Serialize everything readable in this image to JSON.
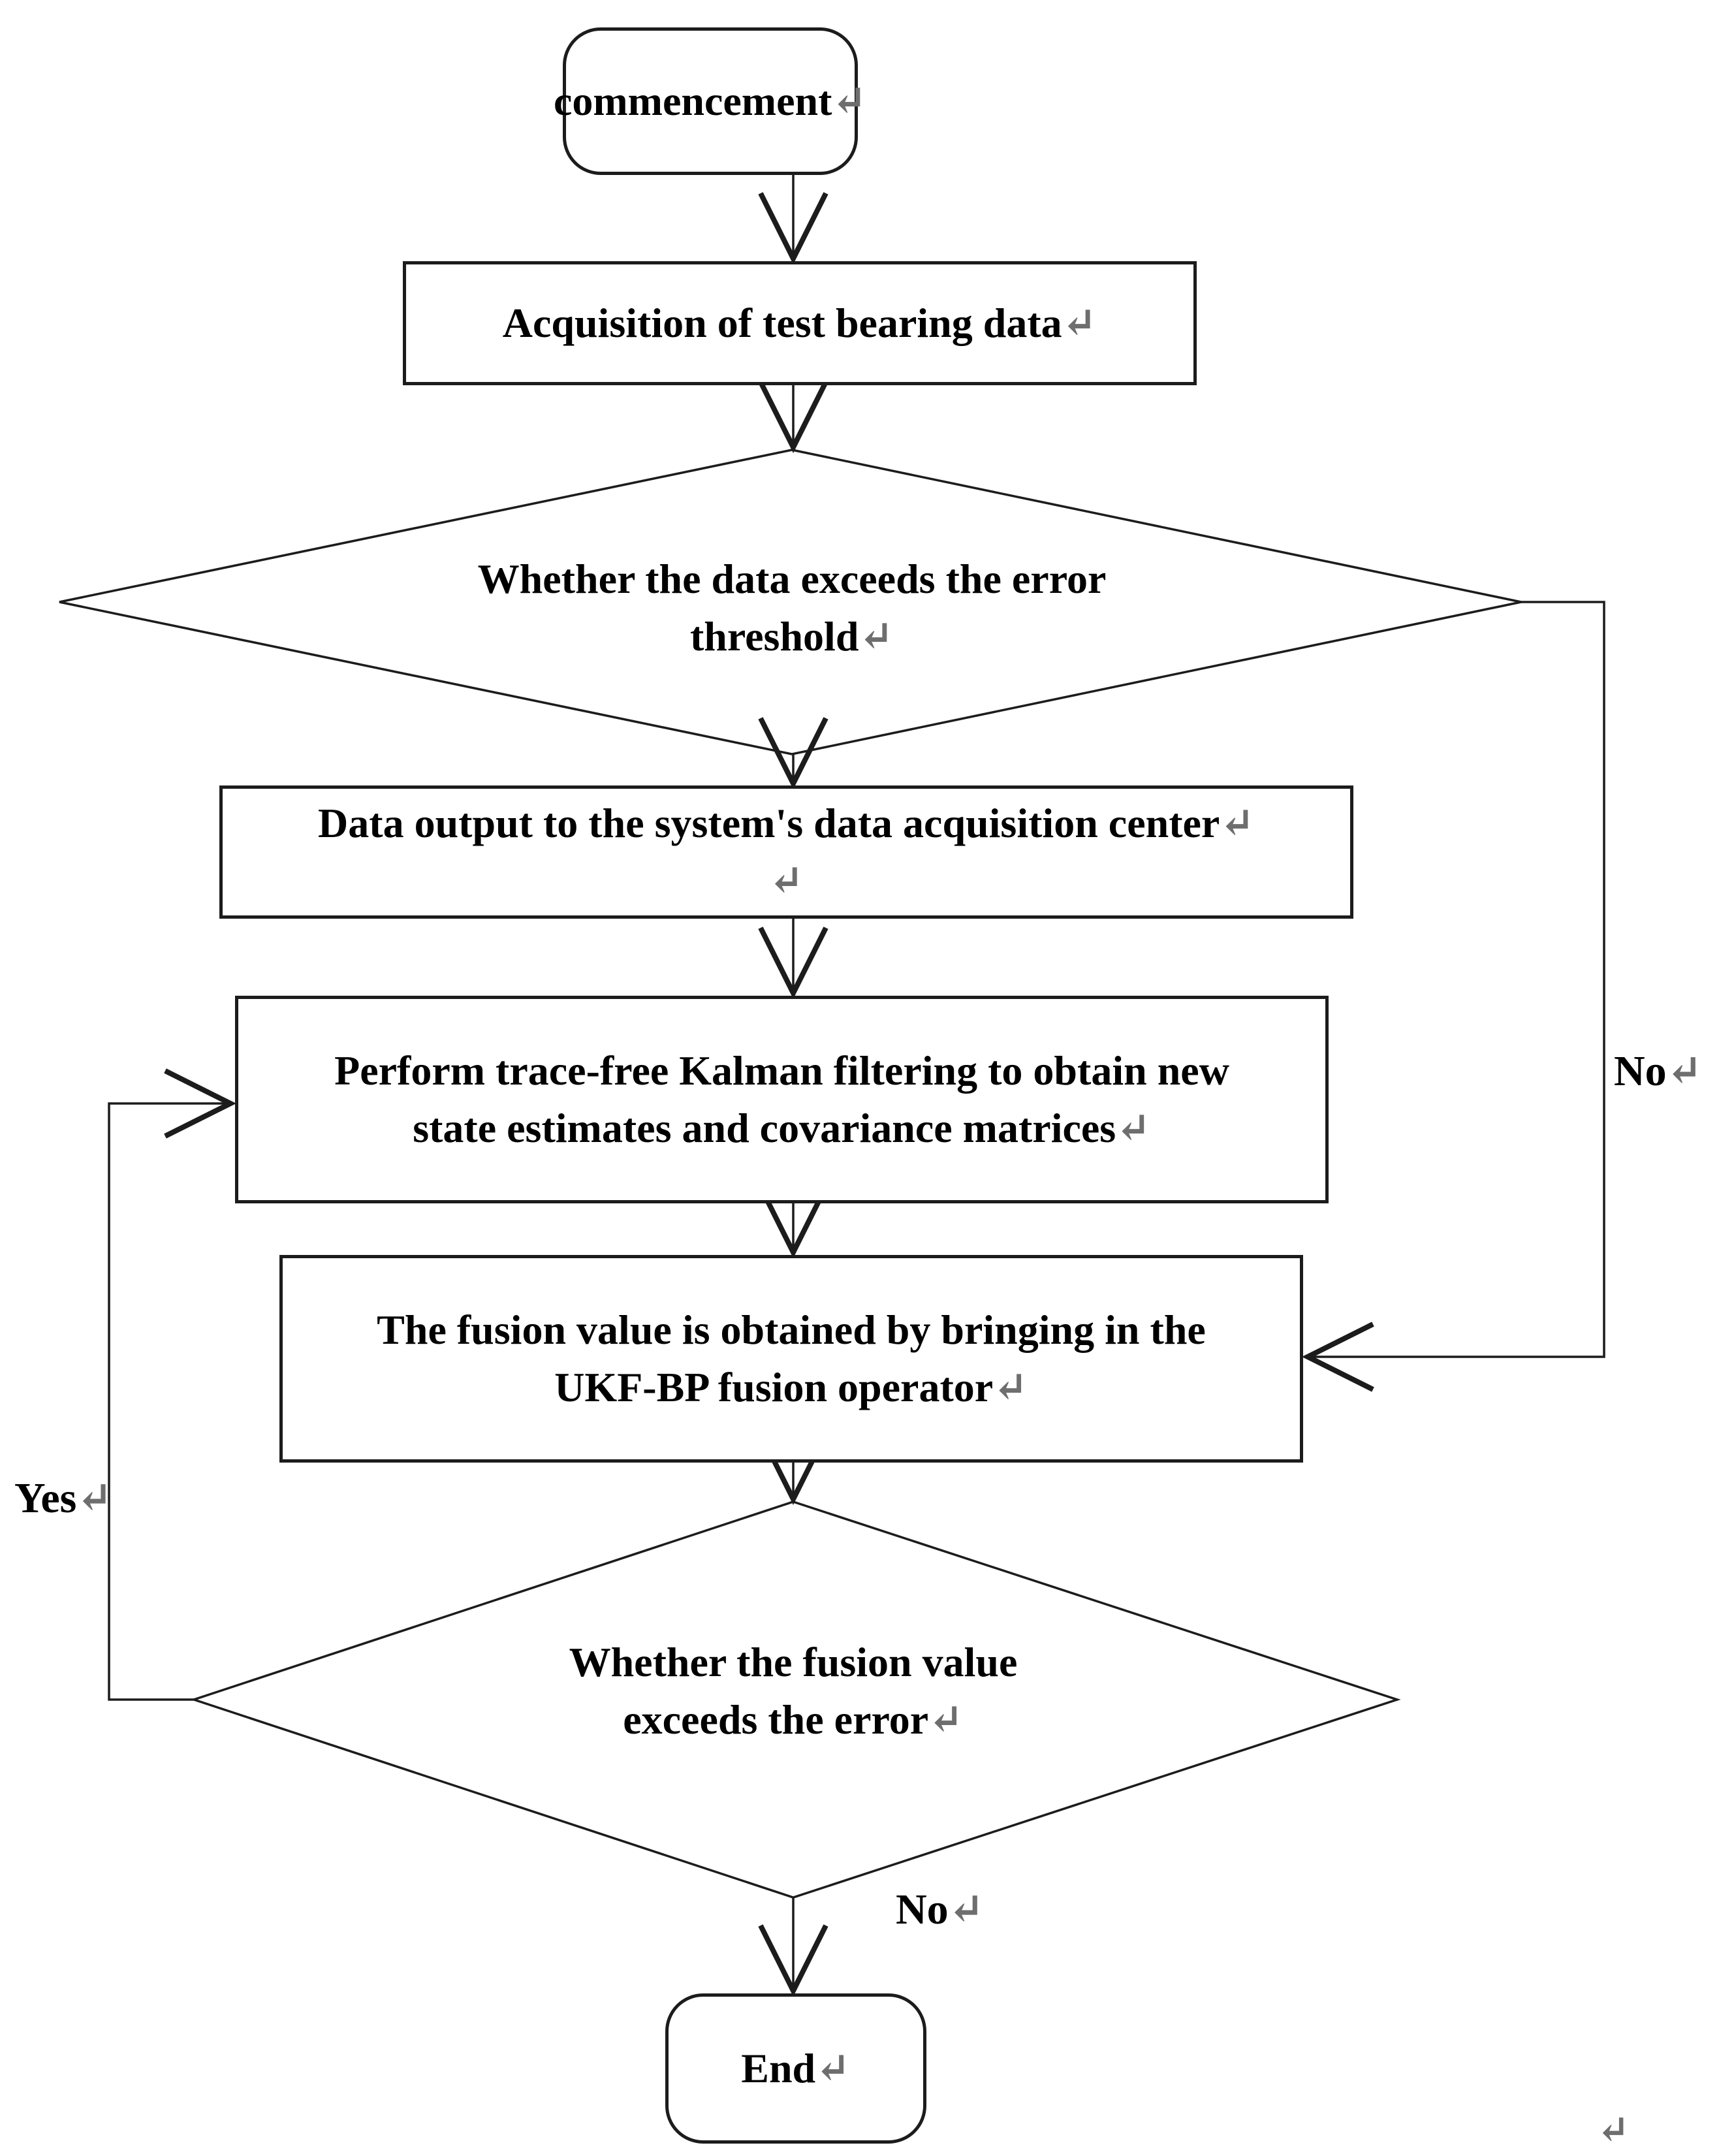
{
  "flowchart": {
    "nodes": {
      "start": {
        "shape": "rounded",
        "lines": [
          {
            "text": "commencement",
            "mark": "↵"
          }
        ]
      },
      "acquire": {
        "shape": "rect",
        "lines": [
          {
            "text": "Acquisition of test bearing data",
            "mark": "↵"
          }
        ]
      },
      "decision1": {
        "shape": "diamond",
        "lines": [
          {
            "text": "Whether the data exceeds the error",
            "mark": ""
          },
          {
            "text": "threshold",
            "mark": "↵"
          }
        ]
      },
      "output": {
        "shape": "rect",
        "lines": [
          {
            "text": "Data output to the system's data acquisition center",
            "mark": "↵"
          },
          {
            "text": "",
            "mark": "↵"
          }
        ]
      },
      "kalman": {
        "shape": "rect",
        "lines": [
          {
            "text": "Perform trace-free Kalman filtering to obtain new",
            "mark": ""
          },
          {
            "text": "state estimates and covariance matrices",
            "mark": "↵"
          }
        ]
      },
      "fusion": {
        "shape": "rect",
        "lines": [
          {
            "text": "The fusion value is obtained by bringing in the",
            "mark": ""
          },
          {
            "text": "UKF-BP fusion operator",
            "mark": "↵"
          }
        ]
      },
      "decision2": {
        "shape": "diamond",
        "lines": [
          {
            "text": "Whether the fusion value",
            "mark": ""
          },
          {
            "text": "exceeds the error",
            "mark": "↵"
          }
        ]
      },
      "end": {
        "shape": "rounded",
        "lines": [
          {
            "text": "End",
            "mark": "↵"
          }
        ]
      }
    },
    "edge_labels": {
      "no_right": {
        "text": "No",
        "mark": "↵"
      },
      "yes_left": {
        "text": "Yes",
        "mark": "↵"
      },
      "no_bottom": {
        "text": "No",
        "mark": "↵"
      }
    },
    "stray_paragraph_mark": "↵"
  },
  "colors": {
    "stroke": "#1c1c1c",
    "text": "#000000",
    "paragraph_mark": "#6e6e6e",
    "background": "#ffffff"
  }
}
